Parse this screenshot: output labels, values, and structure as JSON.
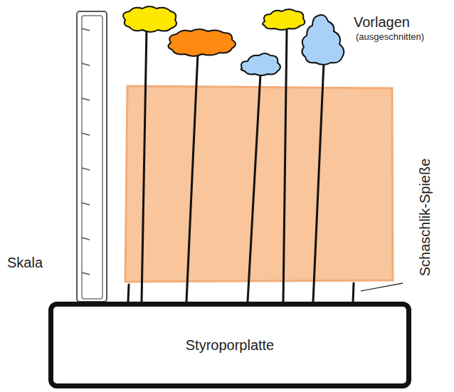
{
  "diagram": {
    "nodes": [
      {
        "text": [
          "Styroporplatte"
        ]
      }
    ],
    "labels": [
      "Vorlagen",
      "(ausgeschnitten)",
      "Skala",
      "Schaschlik-Spieße"
    ]
  }
}
